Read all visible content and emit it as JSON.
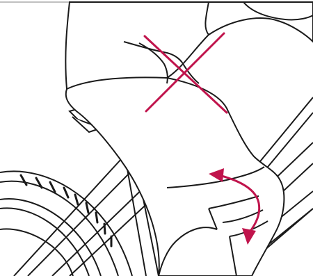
{
  "illustration": {
    "subject": "rider-thigh-on-bicycle-saddle",
    "marks": [
      {
        "name": "incorrect-x-mark",
        "color": "#c0144c"
      },
      {
        "name": "adjust-curved-arrow",
        "color": "#c0144c"
      }
    ],
    "line_color": "#1a1a1a"
  }
}
